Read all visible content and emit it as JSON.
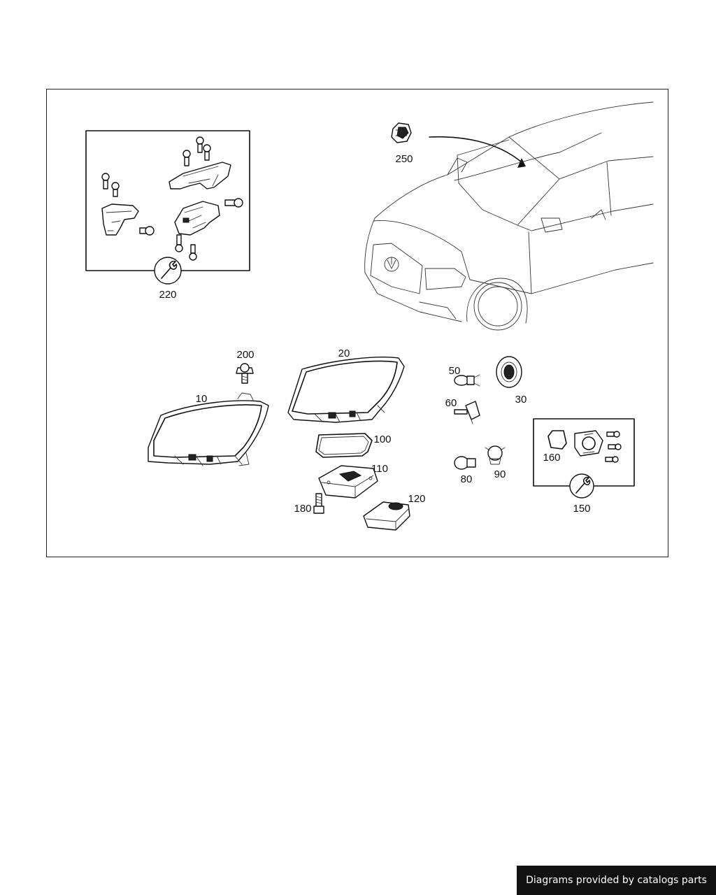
{
  "callouts": {
    "c250": "250",
    "c220": "220",
    "c200": "200",
    "c20": "20",
    "c10": "10",
    "c50": "50",
    "c30": "30",
    "c60": "60",
    "c100": "100",
    "c110": "110",
    "c180": "180",
    "c120": "120",
    "c80": "80",
    "c90": "90",
    "c160": "160",
    "c150": "150"
  },
  "footer": {
    "attribution": "Diagrams provided by catalogs parts"
  },
  "icons": [
    "wrench-icon"
  ]
}
